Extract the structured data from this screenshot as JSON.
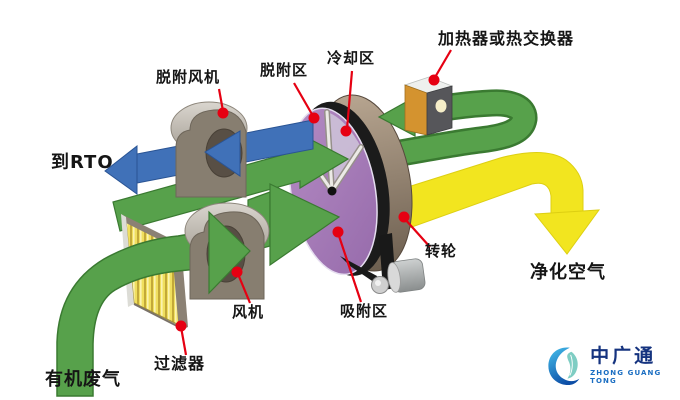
{
  "diagram": {
    "labels": {
      "heater": "加热器或热交换器",
      "desorption_fan": "脱附风机",
      "desorption_zone": "脱附区",
      "cooling_zone": "冷却区",
      "to_rto": "到RTO",
      "rotary_wheel": "转轮",
      "purified_air": "净化空气",
      "fan": "风机",
      "adsorption_zone": "吸附区",
      "filter": "过滤器",
      "organic_waste_gas": "有机废气"
    },
    "colors": {
      "flow_green": "#57a14b",
      "flow_green_edge": "#3a7a31",
      "rto_blue": "#4071b8",
      "rto_blue_edge": "#2a5494",
      "purified_yellow": "#f2e51f",
      "wheel_purple": "#a77cb5",
      "wheel_rim_tan": "#a39181",
      "belt_black": "#1b1b1b",
      "fan_gray": "#877e70",
      "heater_orange": "#d4932f",
      "filter_yellow": "#f0df5e",
      "marker_red": "#e60012"
    }
  },
  "logo": {
    "name": "中广通",
    "subtitle": "ZHONG GUANG TONG"
  }
}
